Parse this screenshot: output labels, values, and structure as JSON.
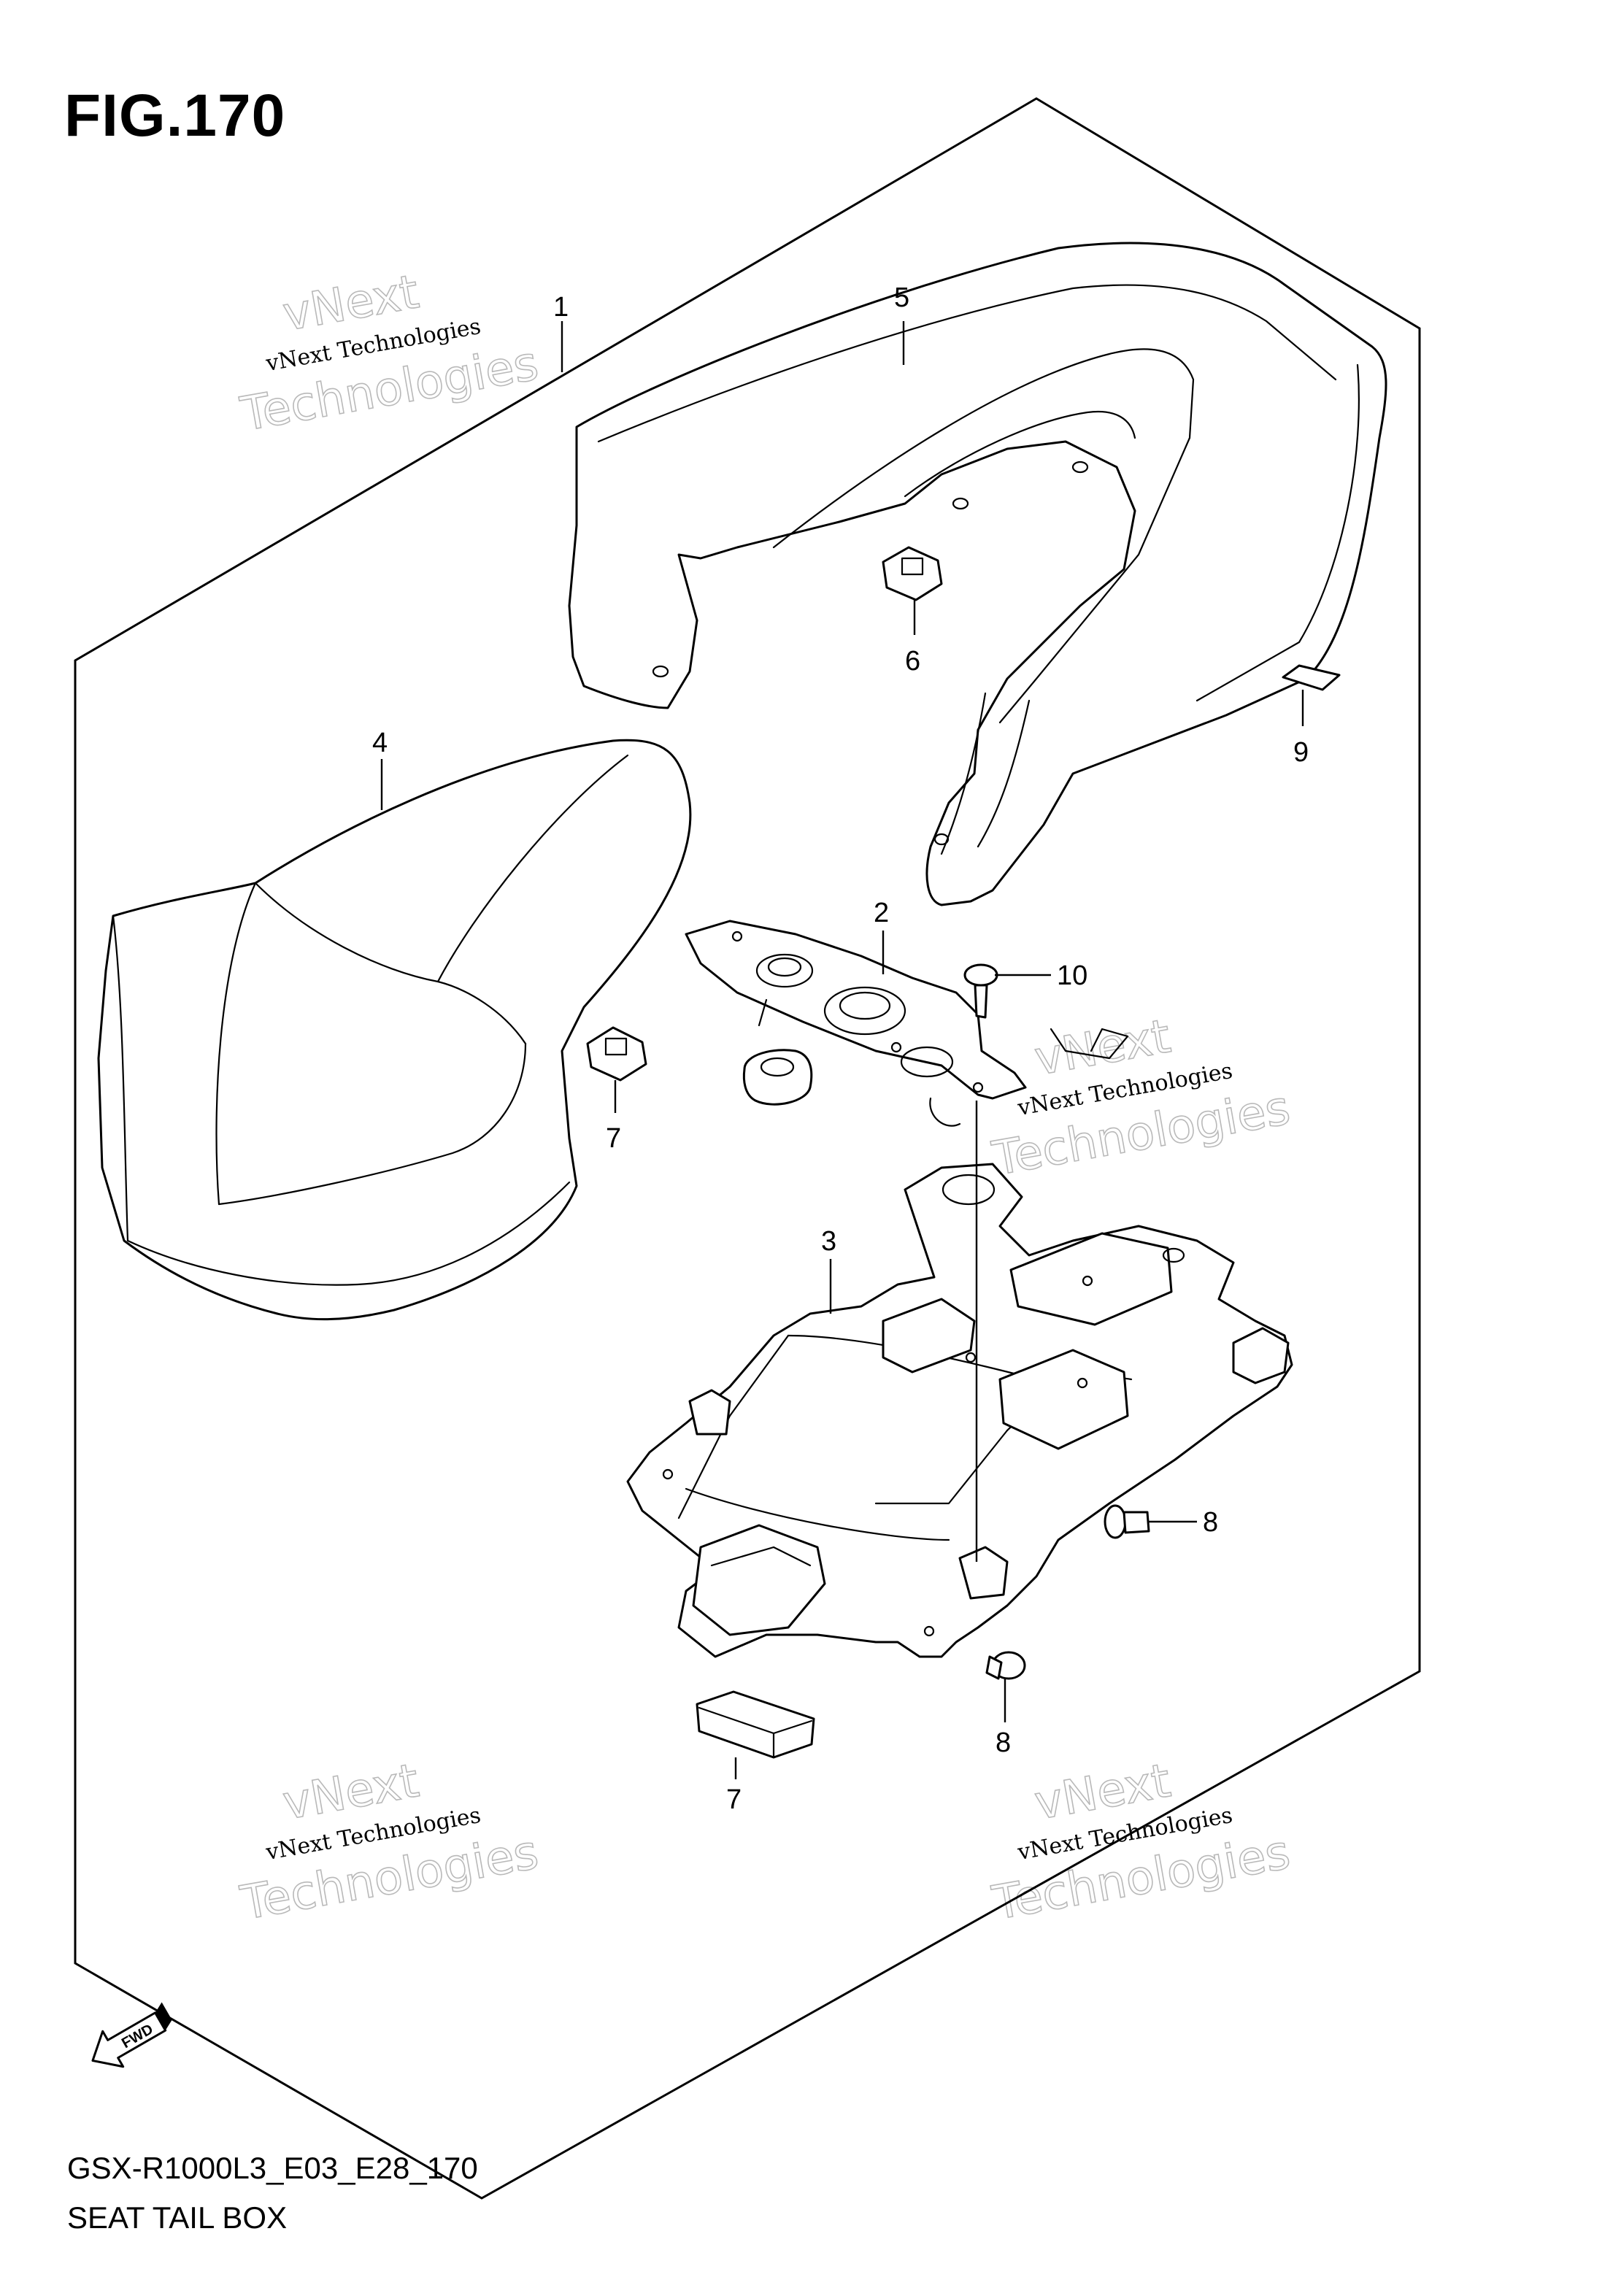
{
  "figure": {
    "title": "FIG.170",
    "model_code": "GSX-R1000L3_E03_E28_170",
    "name": "SEAT TAIL BOX"
  },
  "callouts": [
    "1",
    "2",
    "3",
    "4",
    "5",
    "6",
    "7",
    "7",
    "8",
    "8",
    "9",
    "10"
  ],
  "watermark": {
    "line1": "vNext",
    "line2": "vNext Technologies",
    "line3": "Technologies"
  },
  "fwd_label": "FWD"
}
